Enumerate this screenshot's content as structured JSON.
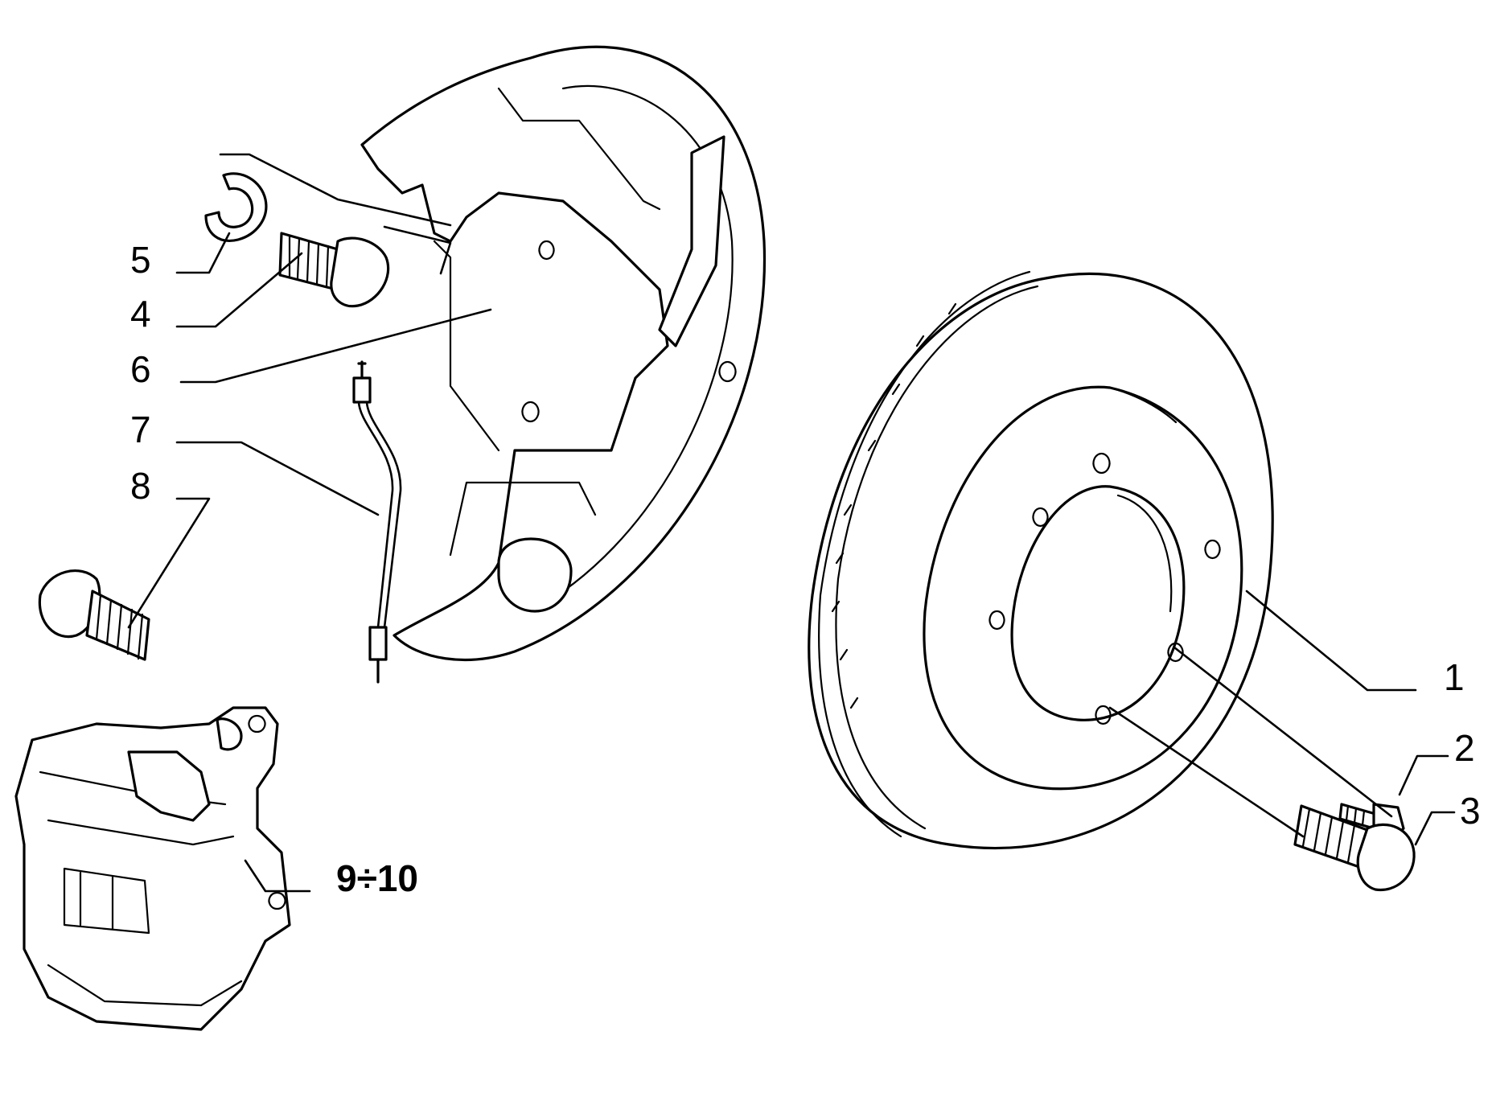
{
  "diagram": {
    "callouts": [
      {
        "id": "c1",
        "label": "1"
      },
      {
        "id": "c2",
        "label": "2"
      },
      {
        "id": "c3",
        "label": "3"
      },
      {
        "id": "c4",
        "label": "4"
      },
      {
        "id": "c5",
        "label": "5"
      },
      {
        "id": "c6",
        "label": "6"
      },
      {
        "id": "c7",
        "label": "7"
      },
      {
        "id": "c8",
        "label": "8"
      },
      {
        "id": "c9",
        "label": "9÷10"
      }
    ],
    "colors": {
      "ink": "#000000",
      "paper": "#ffffff"
    }
  }
}
